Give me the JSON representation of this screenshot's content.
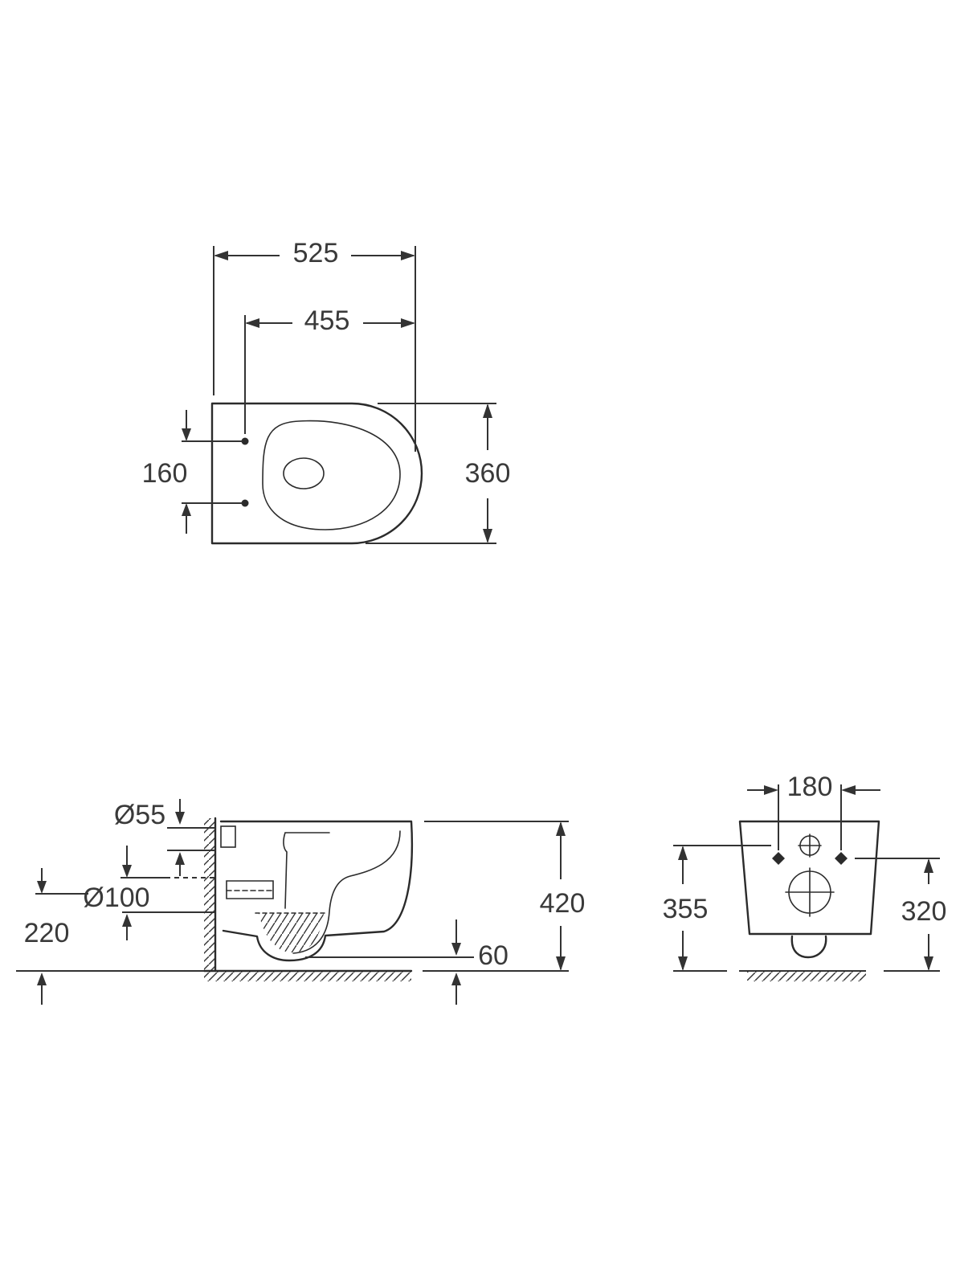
{
  "top_view": {
    "overall_length": "525",
    "fixing_to_front": "455",
    "fixing_spacing": "160",
    "width": "360"
  },
  "side_view": {
    "inlet_diameter": "Ø55",
    "outlet_diameter": "Ø100",
    "outlet_height": "220",
    "total_height": "420",
    "gap_to_floor": "60"
  },
  "rear_view": {
    "fixing_spacing": "180",
    "left_height": "355",
    "right_height": "320"
  }
}
